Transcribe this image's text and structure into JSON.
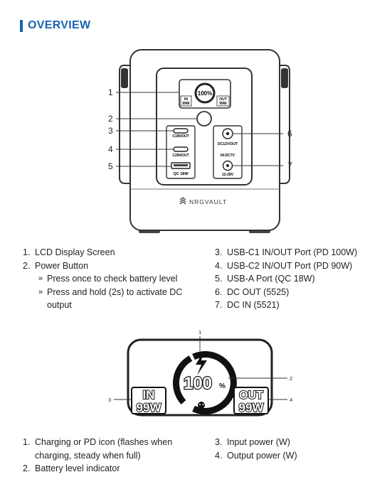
{
  "heading": {
    "title": "OVERVIEW"
  },
  "colors": {
    "accent": "#1a63b0",
    "line": "#333333"
  },
  "device": {
    "brand": "NRGVAULT",
    "screen": {
      "in_label": "IN",
      "in_value": "99W",
      "level": "100%",
      "out_label": "OUT",
      "out_value": "99W"
    },
    "ports": {
      "c1": "C1IN/OUT",
      "c2": "C2IN/OUT",
      "usba": "QC 18W",
      "dcout": "DC12V/OUT",
      "dcin_top": "IN:DC7V",
      "dcin_bottom": "12-28V"
    },
    "callouts": [
      "1",
      "2",
      "3",
      "4",
      "5",
      "6",
      "7"
    ]
  },
  "parts_list_left": [
    {
      "num": "1.",
      "text": "LCD Display Screen"
    },
    {
      "num": "2.",
      "text": "Power Button"
    }
  ],
  "power_button_notes": [
    "Press once to check battery level",
    "Press and hold (2s) to activate DC output"
  ],
  "parts_list_right": [
    {
      "num": "3.",
      "text": "USB-C1 IN/OUT Port (PD 100W)"
    },
    {
      "num": "4.",
      "text": "USB-C2 IN/OUT Port (PD 90W)"
    },
    {
      "num": "5.",
      "text": "USB-A Port (QC 18W)"
    },
    {
      "num": "6.",
      "text": "DC OUT (5525)"
    },
    {
      "num": "7.",
      "text": "DC IN (5521)"
    }
  ],
  "lcd": {
    "in_label": "IN",
    "in_value": "99W",
    "level": "100",
    "percent": "%",
    "out_label": "OUT",
    "out_value": "99W",
    "callouts": [
      "1",
      "2",
      "3",
      "4"
    ]
  },
  "lcd_list_left": [
    {
      "num": "1.",
      "text": "Charging or PD icon (flashes when charging, steady when full)"
    },
    {
      "num": "2.",
      "text": "Battery level indicator"
    }
  ],
  "lcd_list_right": [
    {
      "num": "3.",
      "text": "Input power (W)"
    },
    {
      "num": "4.",
      "text": "Output power (W)"
    }
  ]
}
